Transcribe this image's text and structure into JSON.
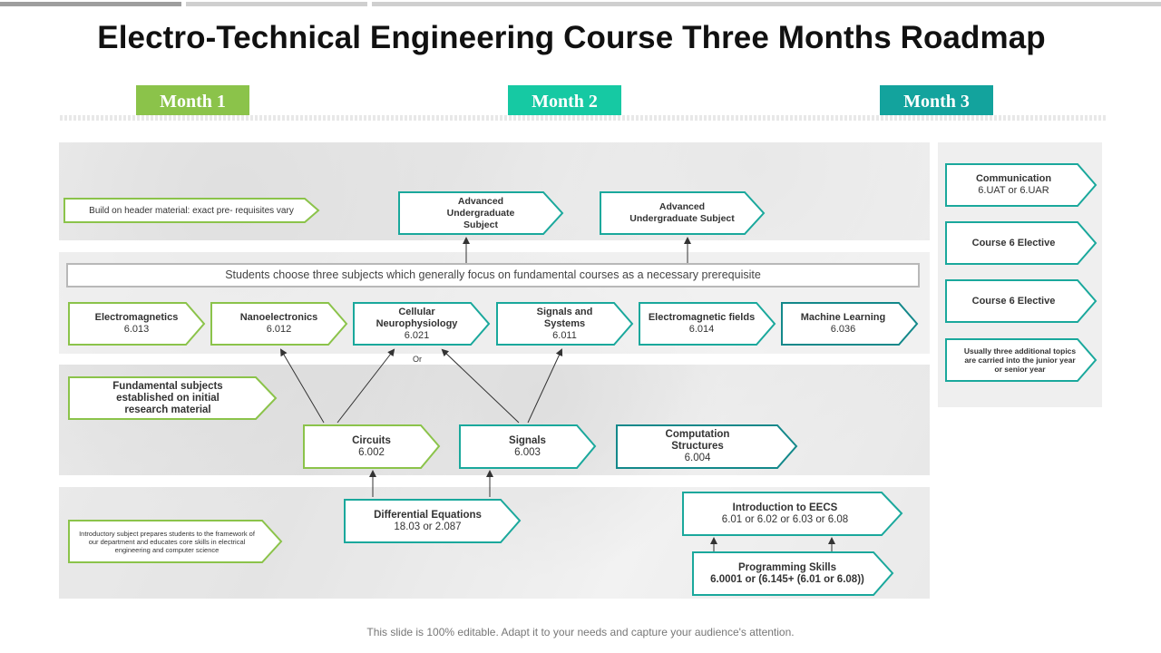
{
  "title": "Electro-Technical Engineering Course Three Months Roadmap",
  "months": [
    "Month 1",
    "Month 2",
    "Month 3"
  ],
  "colors": {
    "month1": "#8bc34a",
    "month2": "#16c9a3",
    "month3": "#13a39d",
    "green": "#8bc34a",
    "teal": "#1aa89c",
    "tealdark": "#13888a"
  },
  "header_note": "Build on header material: exact pre- requisites vary",
  "advanced": [
    {
      "lines": [
        "Advanced",
        "Undergraduate",
        "Subject"
      ]
    },
    {
      "lines": [
        "Advanced",
        "Undergraduate Subject"
      ]
    }
  ],
  "banner": "Students choose three subjects which generally focus on fundamental  courses as a necessary prerequisite",
  "subjects": [
    {
      "name": "Electromagnetics",
      "code": "6.013"
    },
    {
      "name": "Nanoelectronics",
      "code": "6.012"
    },
    {
      "name": "Cellular Neurophysiology",
      "code": "6.021"
    },
    {
      "name": "Signals and Systems",
      "code": "6.011"
    },
    {
      "name": "Electromagnetic fields",
      "code": "6.014"
    },
    {
      "name": "Machine Learning",
      "code": "6.036"
    }
  ],
  "or_label": "Or",
  "fundamental_note": "Fundamental subjects established on initial research material",
  "core": [
    {
      "name": "Circuits",
      "code": "6.002"
    },
    {
      "name": "Signals",
      "code": "6.003"
    },
    {
      "name": "Computation Structures",
      "code": "6.004"
    }
  ],
  "diff_eq": {
    "name": "Differential Equations",
    "code": "18.03 or 2.087"
  },
  "intro_note": "Introductory subject prepares students to the framework  of our department and educates core skills  in electrical  engineering and computer science",
  "intro_eecs": {
    "name": "Introduction to EECS",
    "code": "6.01 or 6.02 or 6.03 or 6.08"
  },
  "programming": {
    "name": "Programming Skills",
    "code": "6.0001 or (6.145+ (6.01 or 6.08))"
  },
  "side": [
    {
      "lines": [
        "Communication",
        "6.UAT or 6.UAR"
      ]
    },
    {
      "lines": [
        "Course 6 Elective"
      ]
    },
    {
      "lines": [
        "Course 6 Elective"
      ]
    },
    {
      "lines": [
        "Usually three additional topics are carried into the junior year or senior year"
      ]
    }
  ],
  "footer": "This slide is 100% editable. Adapt it to your needs and capture your audience's attention."
}
